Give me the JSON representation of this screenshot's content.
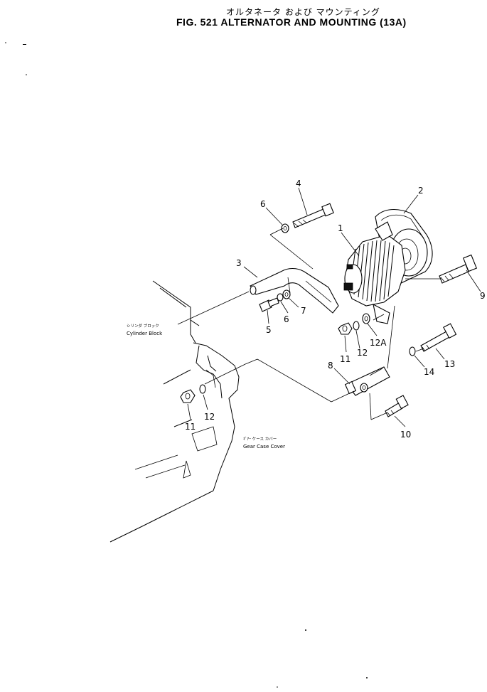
{
  "header": {
    "title_jp": "オルタネータ および マウンティング",
    "title_en": "FIG. 521  ALTERNATOR AND MOUNTING  (13A)"
  },
  "labels": {
    "cylinder_block_jp": "シリンダ ブロック",
    "cylinder_block_en": "Cylinder Block",
    "gear_case_cover_jp": "ｷﾞｱｰ ケース カバー",
    "gear_case_cover_en": "Gear Case Cover"
  },
  "callouts": {
    "p1": "1",
    "p2": "2",
    "p3": "3",
    "p4": "4",
    "p5": "5",
    "p6a": "6",
    "p6b": "6",
    "p7": "7",
    "p8": "8",
    "p9": "9",
    "p10": "10",
    "p11a": "11",
    "p11b": "11",
    "p12a": "12",
    "p12b": "12",
    "p12A": "12A",
    "p13": "13",
    "p14": "14"
  }
}
